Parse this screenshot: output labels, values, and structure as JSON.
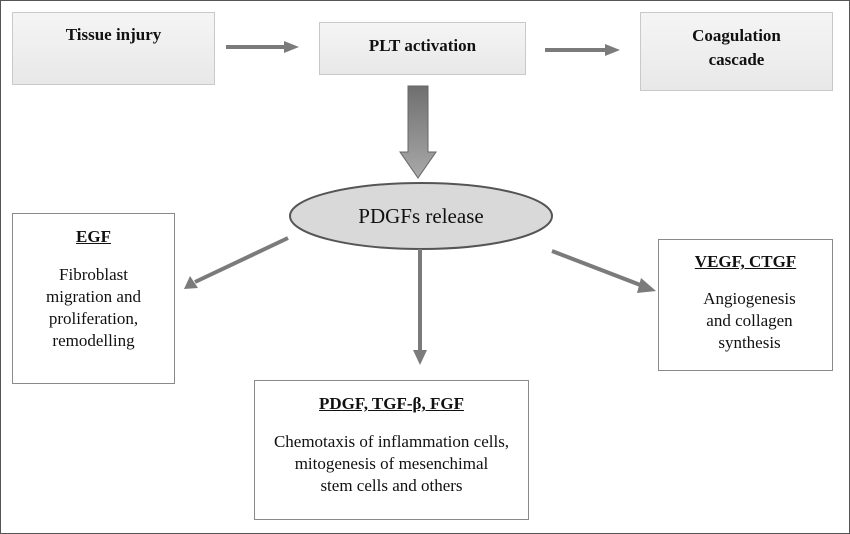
{
  "top_row": {
    "tissue_injury": "Tissue injury",
    "plt_activation": "PLT activation",
    "coagulation": "Coagulation\ncascade"
  },
  "center": {
    "release": "PDGFs release"
  },
  "outcomes": {
    "egf": {
      "heading": "EGF",
      "description": "Fibroblast\nmigration and\nproliferation,\nremodelling"
    },
    "vegf": {
      "heading": "VEGF, CTGF",
      "description": "Angiogenesis\nand collagen\nsynthesis"
    },
    "pdgf": {
      "heading": "PDGF, TGF-β, FGF",
      "description": "Chemotaxis of inflammation cells,\nmitogenesis of mesenchimal\nstem cells and others"
    }
  },
  "colors": {
    "arrow": "#7b7b7b",
    "ellipse_fill": "#d9d9d9",
    "ellipse_stroke": "#555555",
    "box_border": "#8a8a8a"
  }
}
